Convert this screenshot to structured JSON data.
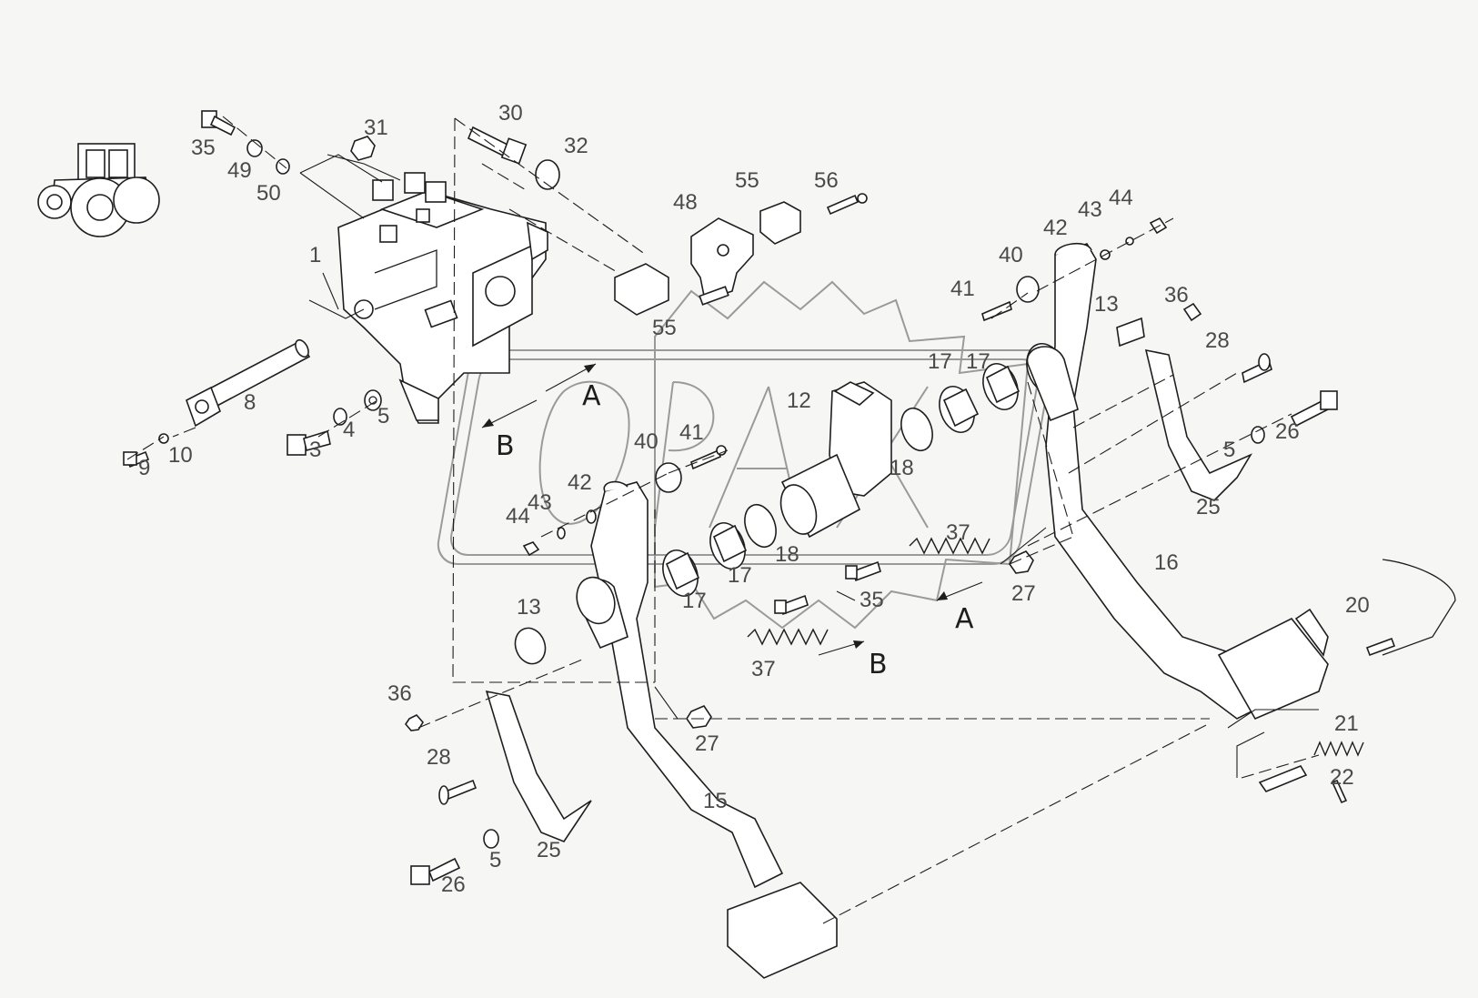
{
  "callouts": [
    "1",
    "3",
    "4",
    "5",
    "8",
    "9",
    "10",
    "35",
    "49",
    "50",
    "31",
    "30",
    "32",
    "48",
    "55",
    "56",
    "55",
    "12",
    "40",
    "41",
    "42",
    "43",
    "44",
    "17",
    "17",
    "18",
    "18",
    "17",
    "17",
    "13",
    "13",
    "36",
    "36",
    "28",
    "28",
    "26",
    "26",
    "5",
    "5",
    "25",
    "25",
    "27",
    "27",
    "37",
    "37",
    "35",
    "16",
    "15",
    "20",
    "21",
    "22",
    "41",
    "40",
    "42",
    "43",
    "44"
  ],
  "arrow_labels": [
    "A",
    "B",
    "A",
    "B"
  ]
}
